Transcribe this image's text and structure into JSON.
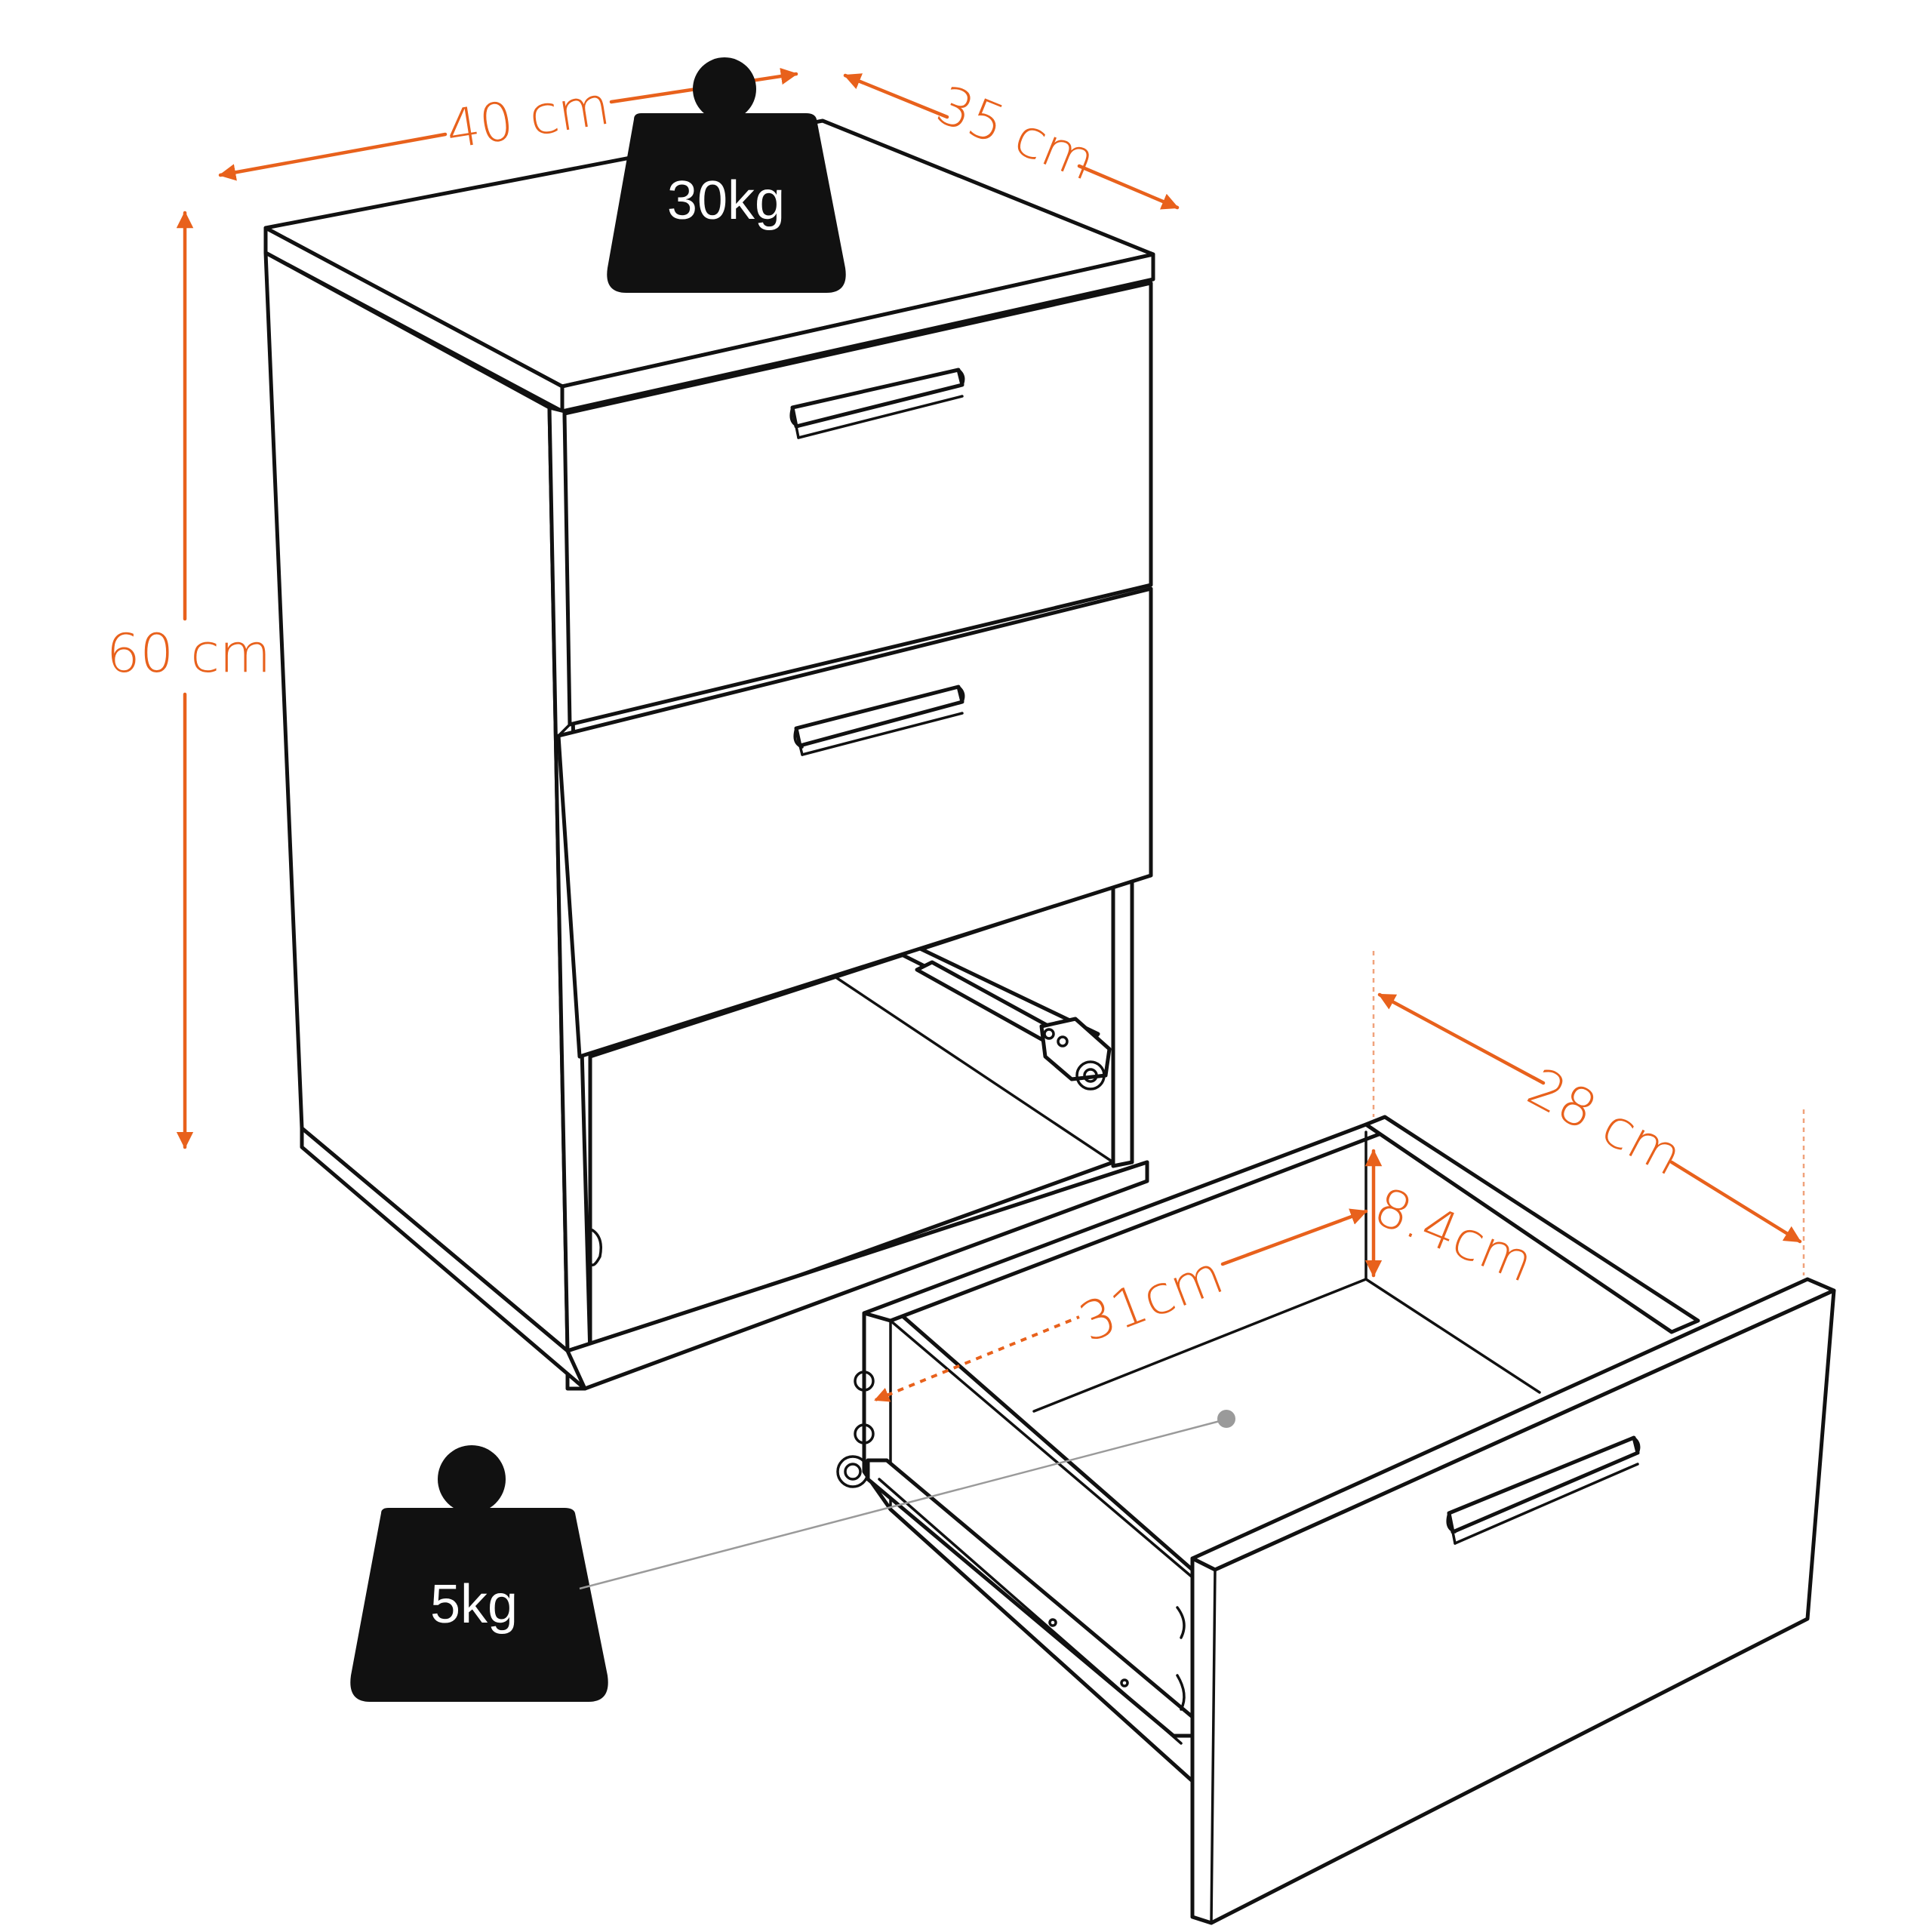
{
  "dimensions": {
    "cabinet_width": "40 cm",
    "cabinet_depth": "35 cm",
    "cabinet_height": "60 cm",
    "drawer_outer_depth": "28 cm",
    "drawer_inner_height": "8.4cm",
    "drawer_inner_width": "31cm"
  },
  "weights": {
    "top_load": "30kg",
    "drawer_load": "5kg"
  },
  "colors": {
    "dimension": "#e8611c",
    "outline": "#111111",
    "weight": "#111111"
  }
}
